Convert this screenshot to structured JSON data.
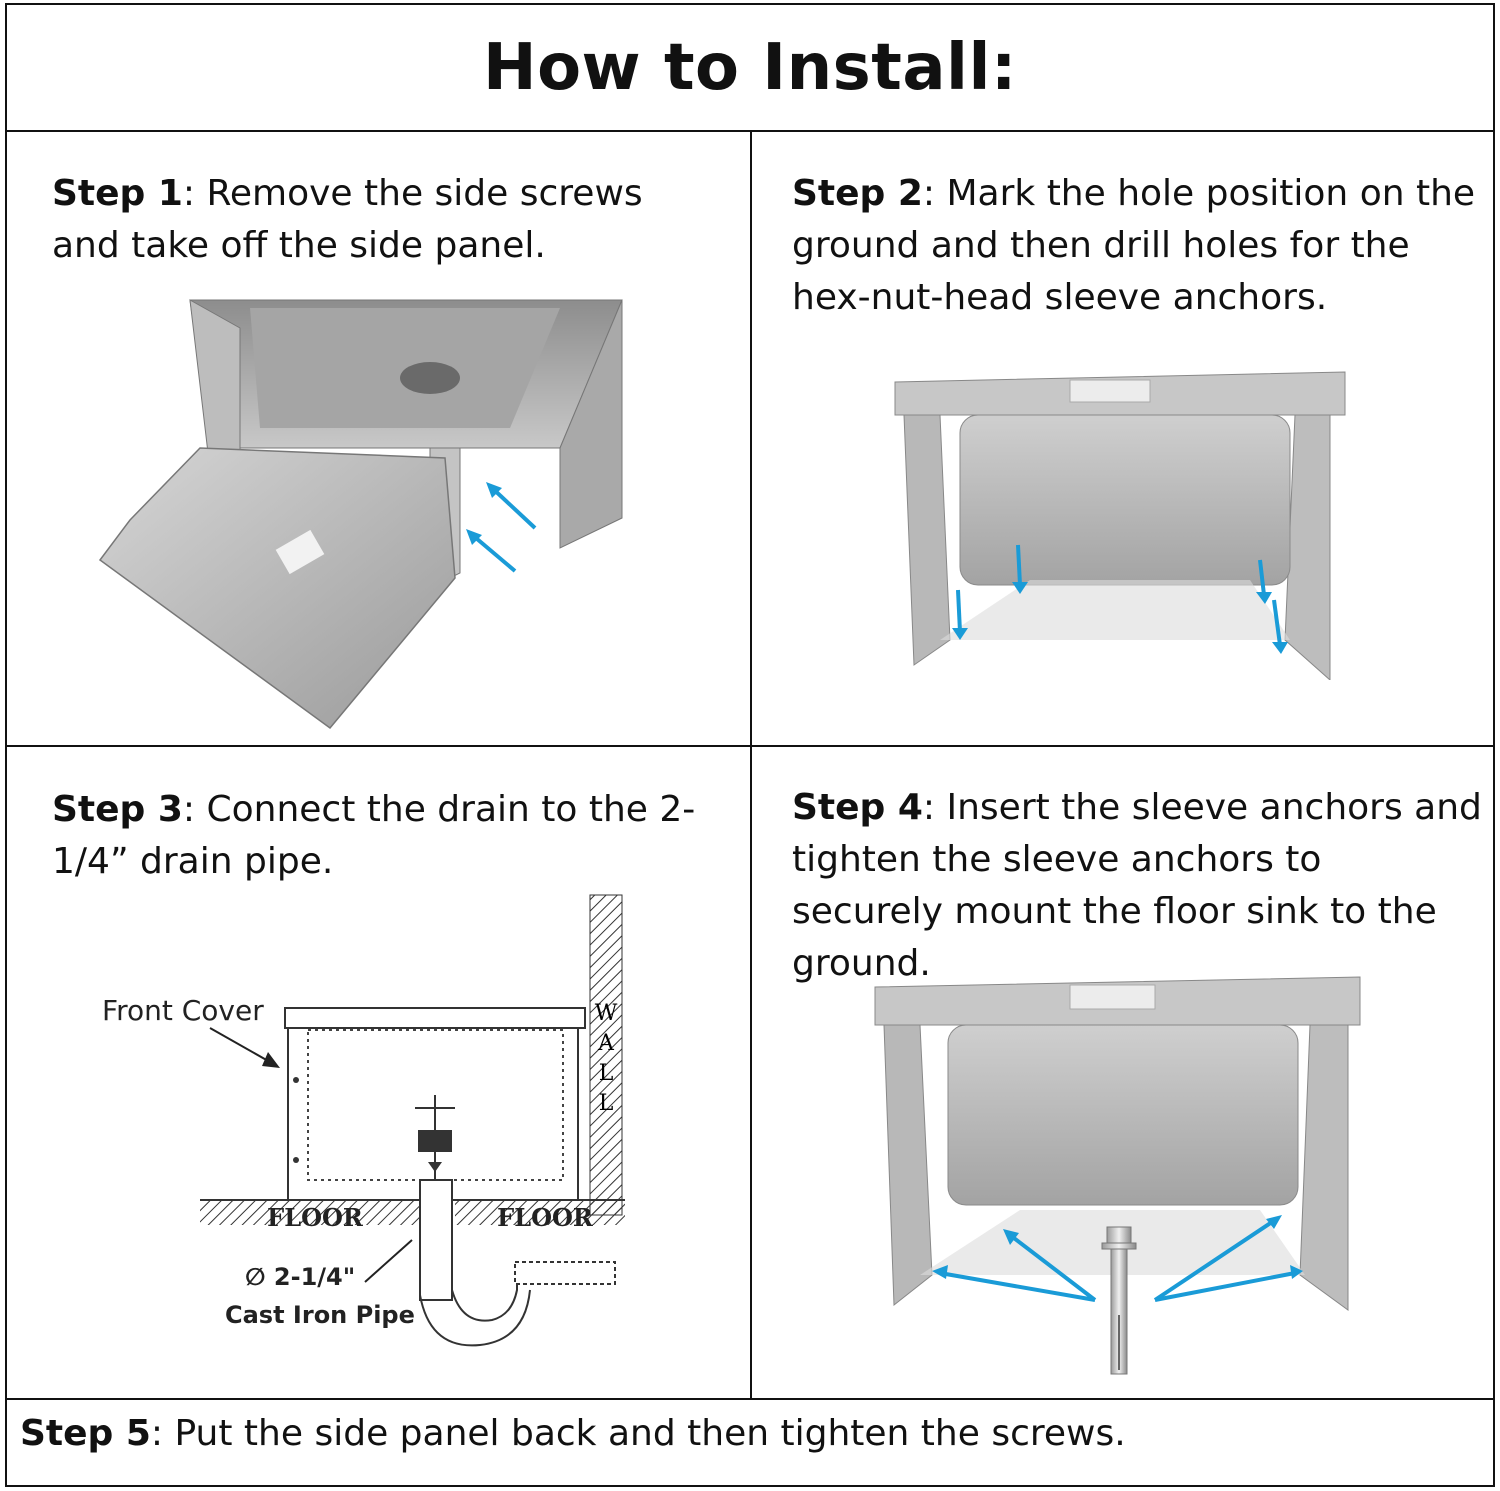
{
  "title": "How to Install:",
  "steps": [
    {
      "label": "Step 1",
      "text": ": Remove the side screws and take off the side panel."
    },
    {
      "label": "Step 2",
      "text": ": Mark the hole position on the ground and then drill holes for the hex-nut-head sleeve anchors."
    },
    {
      "label": "Step 3",
      "text": ": Connect the drain to the 2-1/4” drain pipe."
    },
    {
      "label": "Step 4",
      "text": ": Insert the sleeve anchors and tighten the sleeve anchors to securely mount the floor sink to the ground."
    },
    {
      "label": "Step 5",
      "text": ": Put the side panel back and then tighten the screws."
    }
  ],
  "diagram": {
    "front_cover": "Front Cover",
    "wall": [
      "W",
      "A",
      "L",
      "L"
    ],
    "floor_left": "FLOOR",
    "floor_right": "FLOOR",
    "pipe_size": "∅ 2-1/4\"",
    "pipe_type": "Cast Iron Pipe"
  },
  "colors": {
    "arrow": "#1a9bd7",
    "steel": "#b9b9b9"
  }
}
